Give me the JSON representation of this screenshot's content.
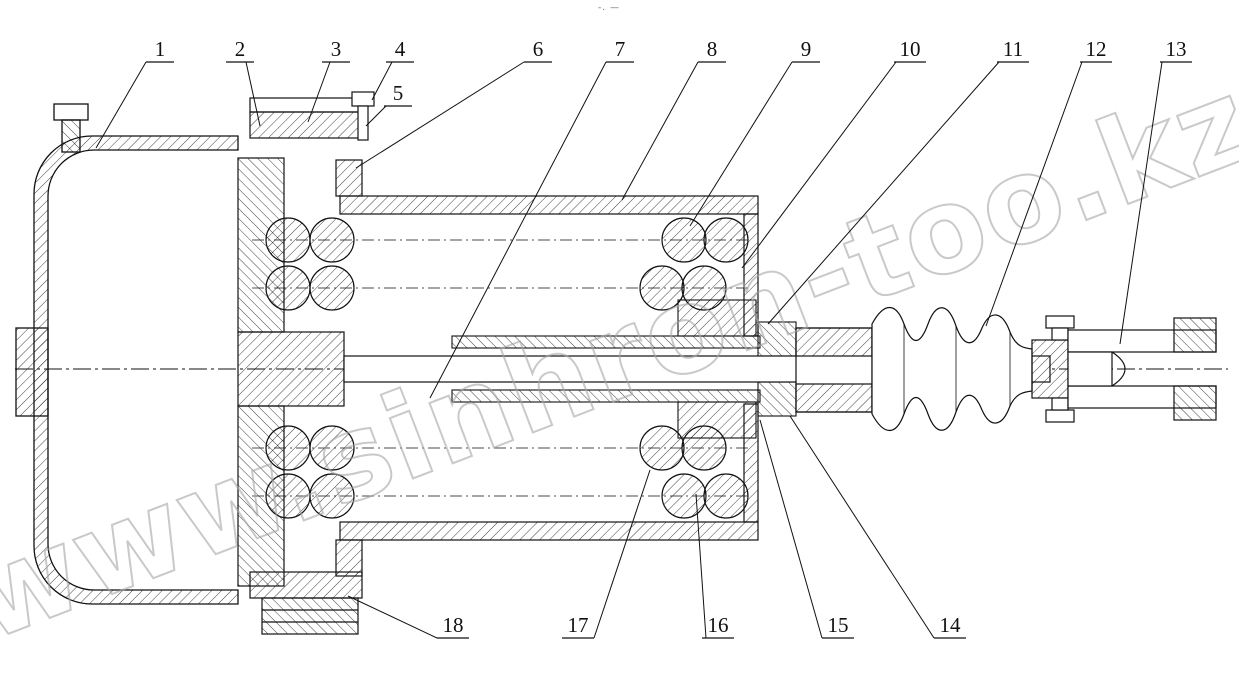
{
  "watermark": "www.sinhron-too.kz",
  "top_marks": "-. —",
  "callouts": [
    {
      "label": "1"
    },
    {
      "label": "2"
    },
    {
      "label": "3"
    },
    {
      "label": "4"
    },
    {
      "label": "5"
    },
    {
      "label": "6"
    },
    {
      "label": "7"
    },
    {
      "label": "8"
    },
    {
      "label": "9"
    },
    {
      "label": "10"
    },
    {
      "label": "11"
    },
    {
      "label": "12"
    },
    {
      "label": "13"
    },
    {
      "label": "14"
    },
    {
      "label": "15"
    },
    {
      "label": "16"
    },
    {
      "label": "17"
    },
    {
      "label": "18"
    }
  ]
}
